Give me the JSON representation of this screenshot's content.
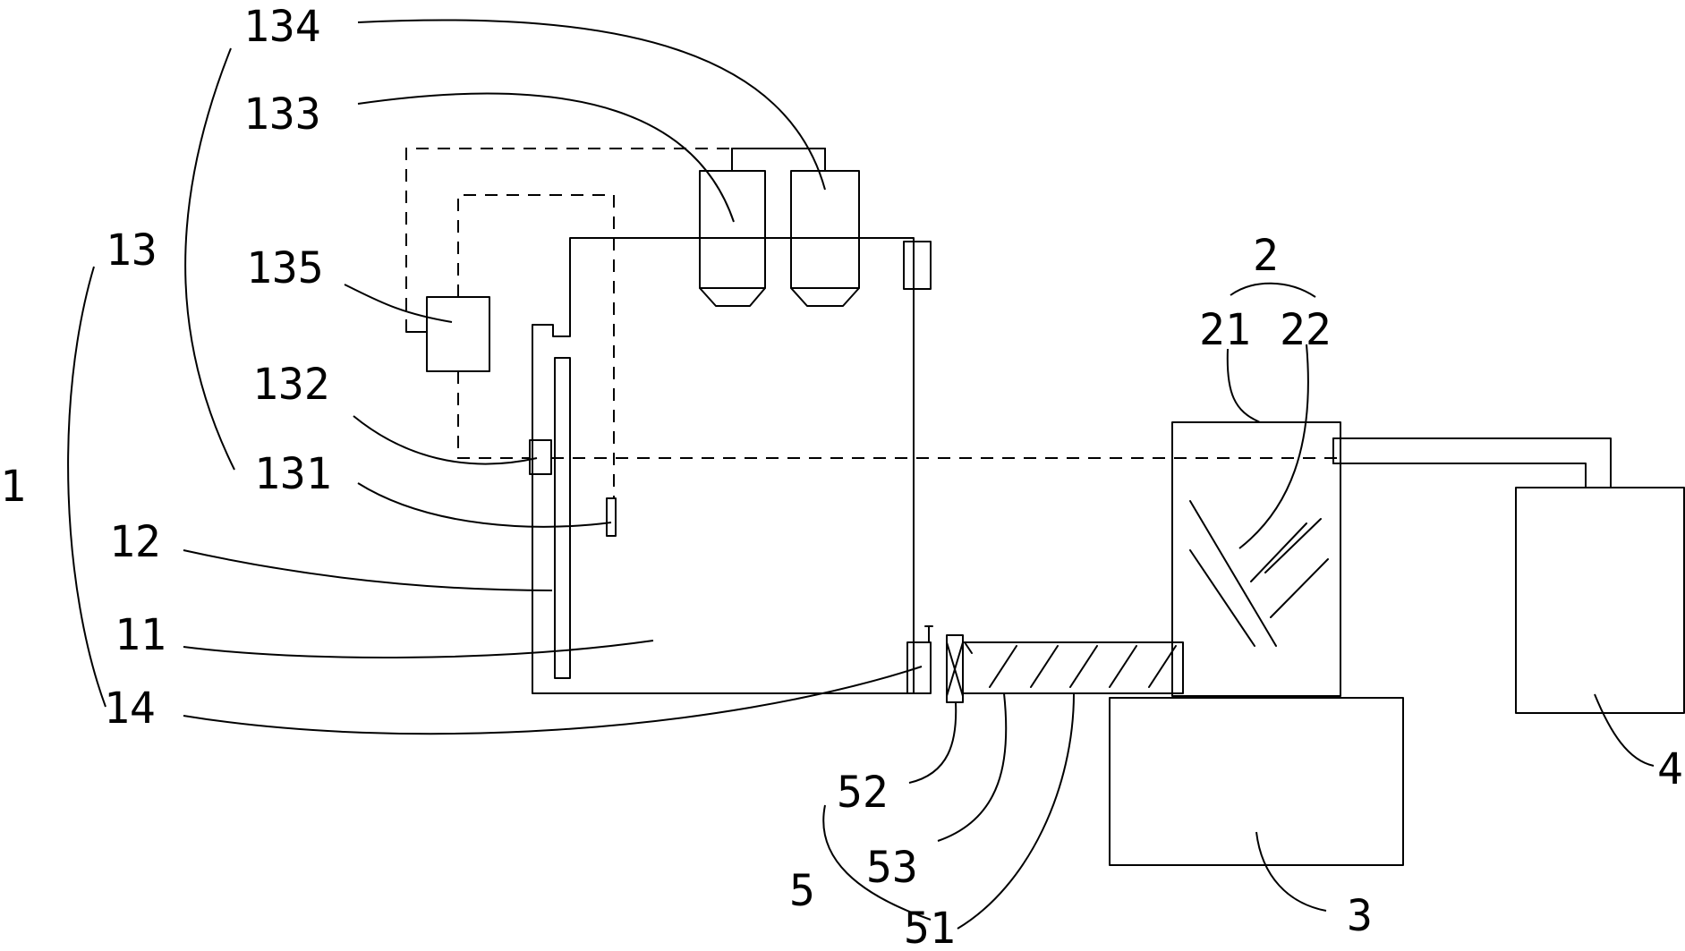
{
  "labels": {
    "l1": "1",
    "l11": "11",
    "l12": "12",
    "l13": "13",
    "l14": "14",
    "l131": "131",
    "l132": "132",
    "l133": "133",
    "l134": "134",
    "l135": "135",
    "l2": "2",
    "l21": "21",
    "l22": "22",
    "l3": "3",
    "l4": "4",
    "l5": "5",
    "l51": "51",
    "l52": "52",
    "l53": "53"
  }
}
